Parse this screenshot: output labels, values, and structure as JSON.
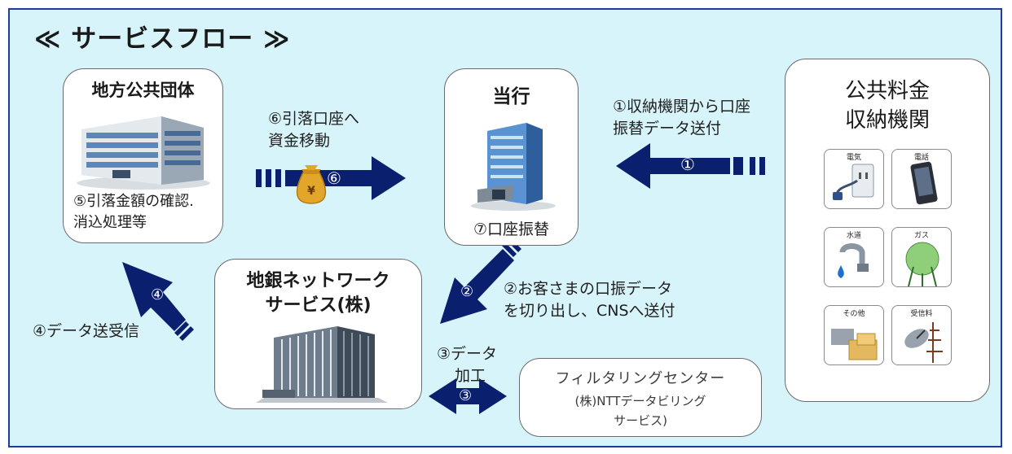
{
  "title": "≪ サービスフロー ≫",
  "boxes": {
    "local_gov": {
      "title": "地方公共団体",
      "note_line1": "⑤引落金額の確認.",
      "note_line2": "消込処理等"
    },
    "bank": {
      "title": "当行",
      "note": "⑦口座振替"
    },
    "public_fee": {
      "title_line1": "公共料金",
      "title_line2": "収納機関",
      "icons": [
        {
          "label": "電気",
          "icon": "electric-outlet-icon"
        },
        {
          "label": "電話",
          "icon": "mobile-phone-icon"
        },
        {
          "label": "水道",
          "icon": "water-faucet-icon"
        },
        {
          "label": "ガス",
          "icon": "gas-tank-icon"
        },
        {
          "label": "その他",
          "icon": "packages-icon"
        },
        {
          "label": "受信料",
          "icon": "satellite-dish-icon"
        }
      ]
    },
    "network": {
      "title_line1": "地銀ネットワーク",
      "title_line2": "サービス(株)"
    },
    "filtering": {
      "title": "フィルタリングセンター",
      "sub_line1": "(株)NTTデータビリング",
      "sub_line2": "サービス)"
    }
  },
  "steps": {
    "s1": {
      "num": "①",
      "line1": "①収納機関から口座",
      "line2": "振替データ送付"
    },
    "s2": {
      "num": "②",
      "line1": "②お客さまの口振データ",
      "line2": "を切り出し、CNSへ送付"
    },
    "s3": {
      "num": "③",
      "line1": "③データ",
      "line2": "加工"
    },
    "s4": {
      "num": "④",
      "text": "④データ送受信"
    },
    "s6": {
      "num": "⑥",
      "line1": "⑥引落口座へ",
      "line2": "資金移動",
      "bag_symbol": "¥"
    }
  },
  "colors": {
    "background": "#d7f4fb",
    "frame_border": "#1d3aa0",
    "arrow": "#0a1f6e",
    "box_border": "#6a6a6a"
  }
}
